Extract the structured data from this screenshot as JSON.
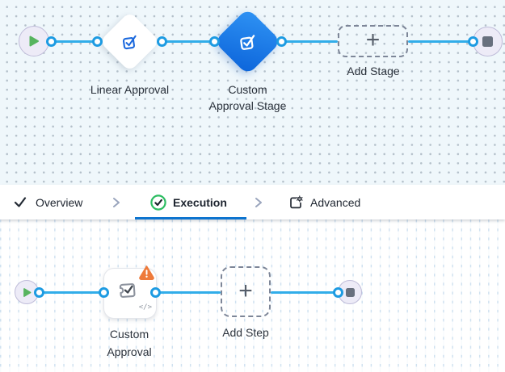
{
  "colors": {
    "wire_blue": "#31ade9",
    "accent_blue": "#0d74cf",
    "diamond_blue_start": "#2f93f4",
    "diamond_blue_end": "#0c64da",
    "warning_orange": "#ee7a3a",
    "success_green": "#2dbd62",
    "play_green": "#57b45f"
  },
  "top_canvas": {
    "start_node": {
      "icon": "play-icon"
    },
    "end_node": {
      "icon": "stop-icon"
    },
    "stages": [
      {
        "label_lines": [
          "Linear Approval"
        ],
        "selected": false,
        "icon": "approval-check-icon"
      },
      {
        "label_lines": [
          "Custom",
          "Approval Stage"
        ],
        "selected": true,
        "icon": "approval-check-icon"
      }
    ],
    "add_stage": {
      "label": "Add Stage",
      "plus": "+"
    }
  },
  "tab_bar": {
    "tabs": [
      {
        "label": "Overview",
        "icon": "check-icon",
        "active": false
      },
      {
        "label": "Execution",
        "icon": "check-circle-icon",
        "active": true
      },
      {
        "label": "Advanced",
        "icon": "settings-box-icon",
        "active": false
      }
    ]
  },
  "bottom_canvas": {
    "start_node": {
      "icon": "play-icon"
    },
    "end_node": {
      "icon": "stop-icon"
    },
    "step": {
      "label_lines": [
        "Custom",
        "Approval"
      ],
      "icon": "approval-stamp-icon",
      "warning": "warning-triangle-icon",
      "code_badge": "</>"
    },
    "add_step": {
      "label": "Add Step",
      "plus": "+"
    }
  }
}
